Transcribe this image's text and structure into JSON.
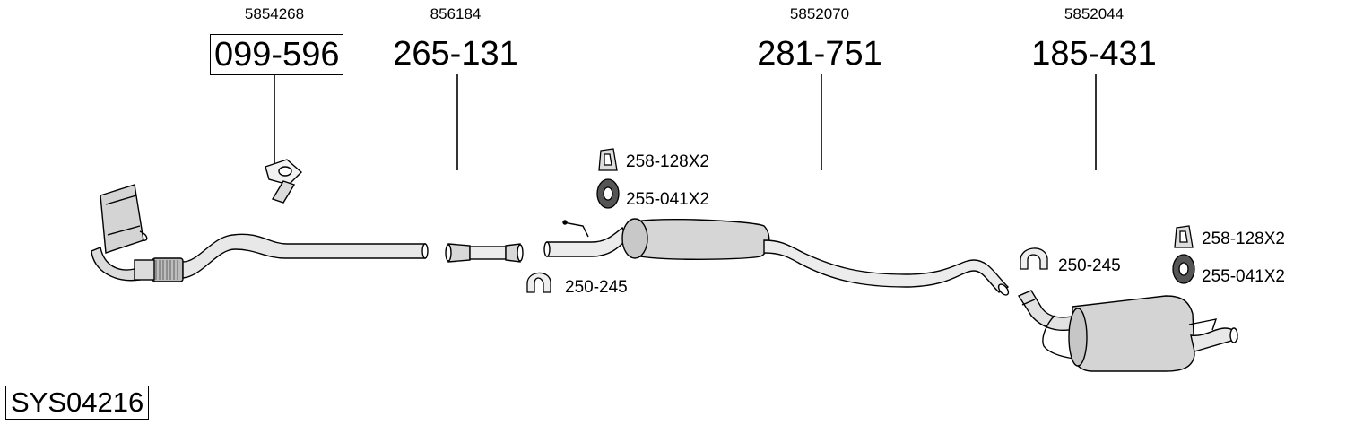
{
  "parts": [
    {
      "oe": "5854268",
      "number": "099-596",
      "boxed": true
    },
    {
      "oe": "856184",
      "number": "265-131",
      "boxed": false
    },
    {
      "oe": "5852070",
      "number": "281-751",
      "boxed": false
    },
    {
      "oe": "5852044",
      "number": "185-431",
      "boxed": false
    }
  ],
  "accessories": {
    "front_hanger": "258-128X2",
    "front_rubber": "255-041X2",
    "front_clamp": "250-245",
    "rear_clamp": "250-245",
    "rear_hanger": "258-128X2",
    "rear_rubber": "255-041X2"
  },
  "system_code": "SYS04216"
}
